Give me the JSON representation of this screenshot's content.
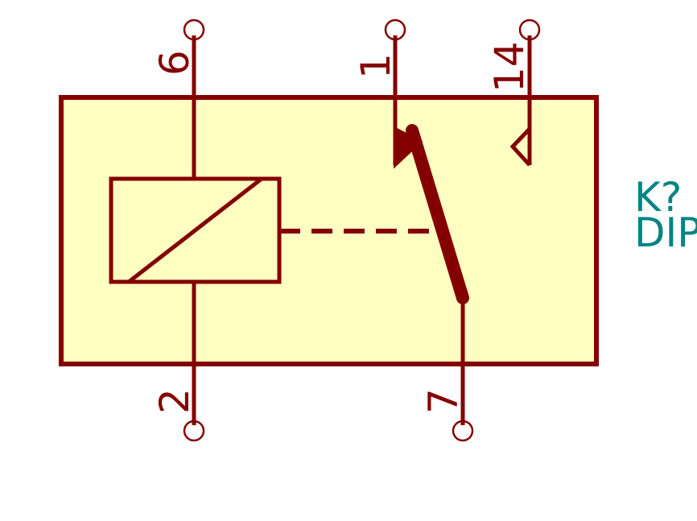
{
  "schematic": {
    "reference": "K?",
    "value": "DIP",
    "pins": {
      "coil_top": "6",
      "coil_bottom": "2",
      "common": "7",
      "normally_closed": "1",
      "normally_open": "14"
    }
  },
  "colors": {
    "symbol_stroke": "#840000",
    "symbol_fill": "#ffffc2",
    "field_text": "#008484",
    "background": "#ffffff"
  }
}
